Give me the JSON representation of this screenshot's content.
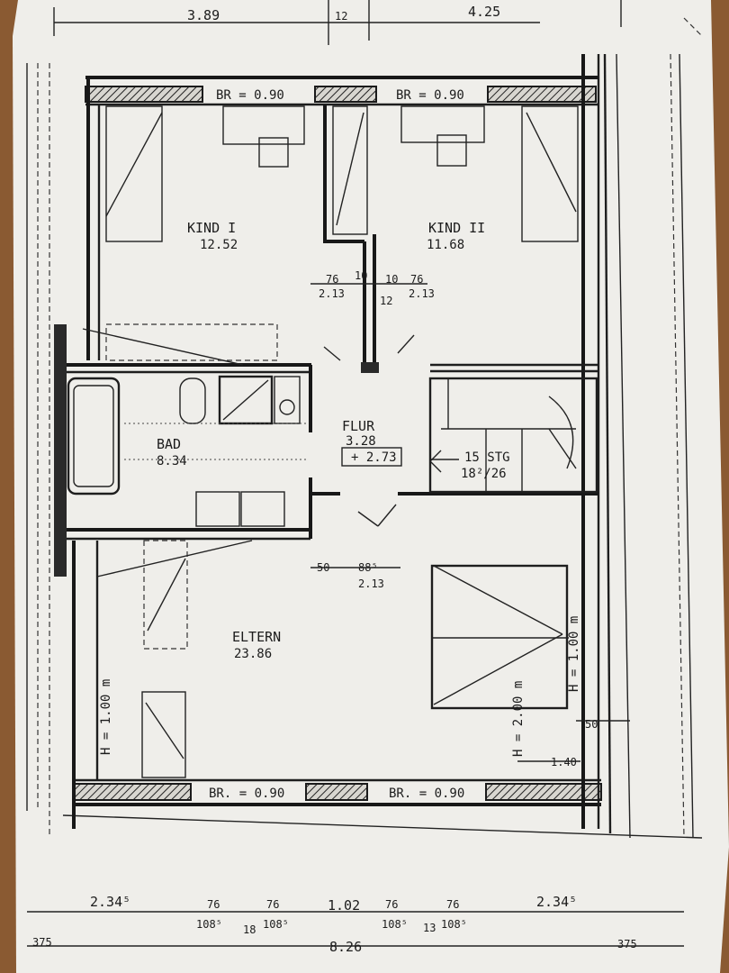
{
  "rooms": {
    "kind1": {
      "name": "KIND I",
      "area": "12.52"
    },
    "kind2": {
      "name": "KIND II",
      "area": "11.68"
    },
    "bad": {
      "name": "BAD",
      "area": "8.34"
    },
    "flur": {
      "name": "FLUR",
      "area": "3.28",
      "level": "+ 2.73"
    },
    "eltern": {
      "name": "ELTERN",
      "area": "23.86"
    }
  },
  "stairs": {
    "steps": "15 STG",
    "ratio": "18²/26"
  },
  "windows": {
    "top_left": "BR = 0.90",
    "top_right": "BR = 0.90",
    "bottom_left": "BR. = 0.90",
    "bottom_right": "BR. = 0.90"
  },
  "heights": {
    "left": "H = 1.00 m",
    "right": "H = 1.00 m",
    "inner": "H = 2.00 m"
  },
  "dims": {
    "top_left": "3.89",
    "top_mid": "12",
    "top_right": "4.25",
    "door_k1_w": "76",
    "door_k1_h": "2.13",
    "wall_a": "10",
    "wall_b": "12",
    "wall_c": "10",
    "door_k2_w": "76",
    "door_k2_h": "2.13",
    "e_left": "50",
    "e_door_w": "88⁵",
    "e_door_h": "2.13",
    "r_50": "50",
    "r_140": "1.40",
    "b_left": "2.34⁵",
    "b_76a": "76",
    "b_108a": "108⁵",
    "b_76b": "76",
    "b_108b": "108⁵",
    "b_18": "18",
    "b_102": "1.02",
    "b_76c": "76",
    "b_108c": "108⁵",
    "b_13": "13",
    "b_76d": "76",
    "b_108d": "108⁵",
    "b_right": "2.34⁵",
    "b_375l": "375",
    "b_total": "8.26",
    "b_375r": "375"
  }
}
